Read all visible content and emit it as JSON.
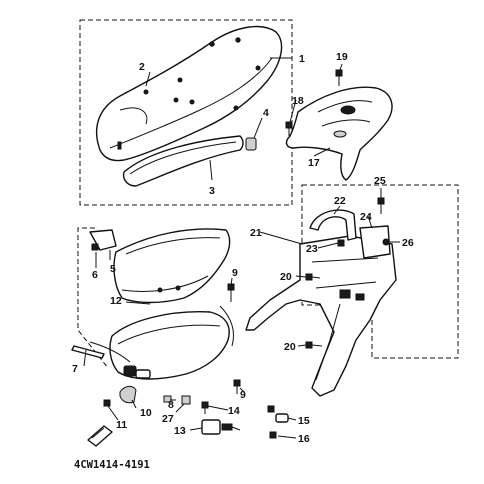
{
  "callouts": {
    "p1": "1",
    "p2": "2",
    "p3": "3",
    "p4": "4",
    "p5": "5",
    "p6": "6",
    "p7": "7",
    "p8": "8",
    "p9a": "9",
    "p9b": "9",
    "p10": "10",
    "p11": "11",
    "p12": "12",
    "p13": "13",
    "p14": "14",
    "p15": "15",
    "p16": "16",
    "p17": "17",
    "p18": "18",
    "p19": "19",
    "p20a": "20",
    "p20b": "20",
    "p21": "21",
    "p22": "22",
    "p23": "23",
    "p24": "24",
    "p25": "25",
    "p26": "26",
    "p27": "27"
  },
  "drawing_code": "4CW1414-4191"
}
